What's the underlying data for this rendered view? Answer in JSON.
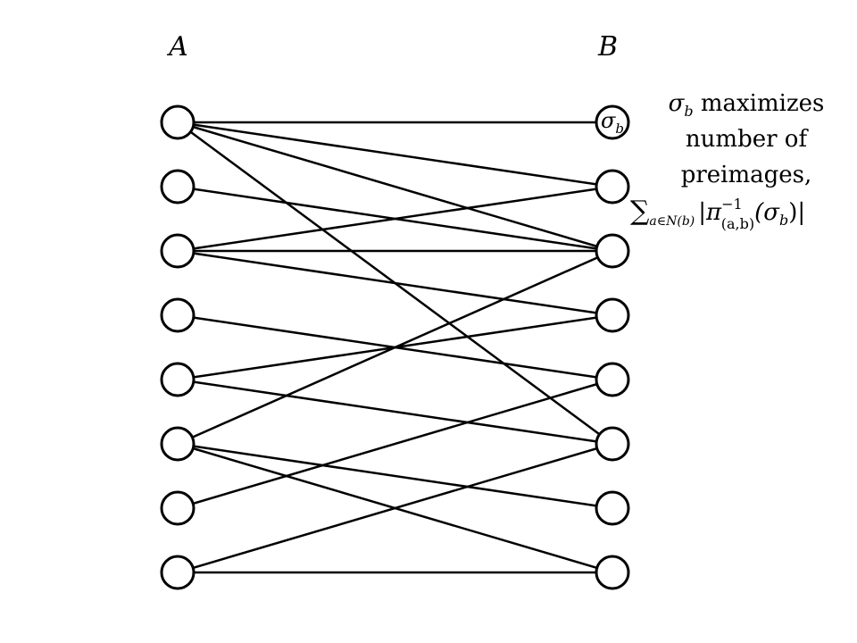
{
  "diagram": {
    "left_label": "A",
    "right_label": "B",
    "left_node_count": 8,
    "right_node_count": 8,
    "highlight_right_node_index": 0,
    "highlight_right_node_label": "σ",
    "highlight_right_node_label_sub": "b",
    "annotation": {
      "line1_symbol": "σ",
      "line1_sub": "b",
      "line1_text": " maximizes",
      "line2": "number of",
      "line3": "preimages,",
      "formula": {
        "sum": "∑",
        "sum_sub": "a∈N(b)",
        "bar_open": "|",
        "pi": "π",
        "pi_sup": "−1",
        "pi_sub": "(a,b)",
        "arg": "(σ",
        "arg_sub": "b",
        "arg_close": ")",
        "bar_close": "|"
      }
    },
    "edges": [
      [
        0,
        0
      ],
      [
        0,
        1
      ],
      [
        0,
        2
      ],
      [
        0,
        5
      ],
      [
        1,
        2
      ],
      [
        2,
        1
      ],
      [
        2,
        2
      ],
      [
        2,
        3
      ],
      [
        3,
        4
      ],
      [
        4,
        3
      ],
      [
        4,
        5
      ],
      [
        5,
        2
      ],
      [
        5,
        6
      ],
      [
        5,
        7
      ],
      [
        6,
        4
      ],
      [
        7,
        5
      ],
      [
        7,
        7
      ]
    ],
    "colors": {
      "stroke": "#000000",
      "fill": "#ffffff"
    }
  }
}
